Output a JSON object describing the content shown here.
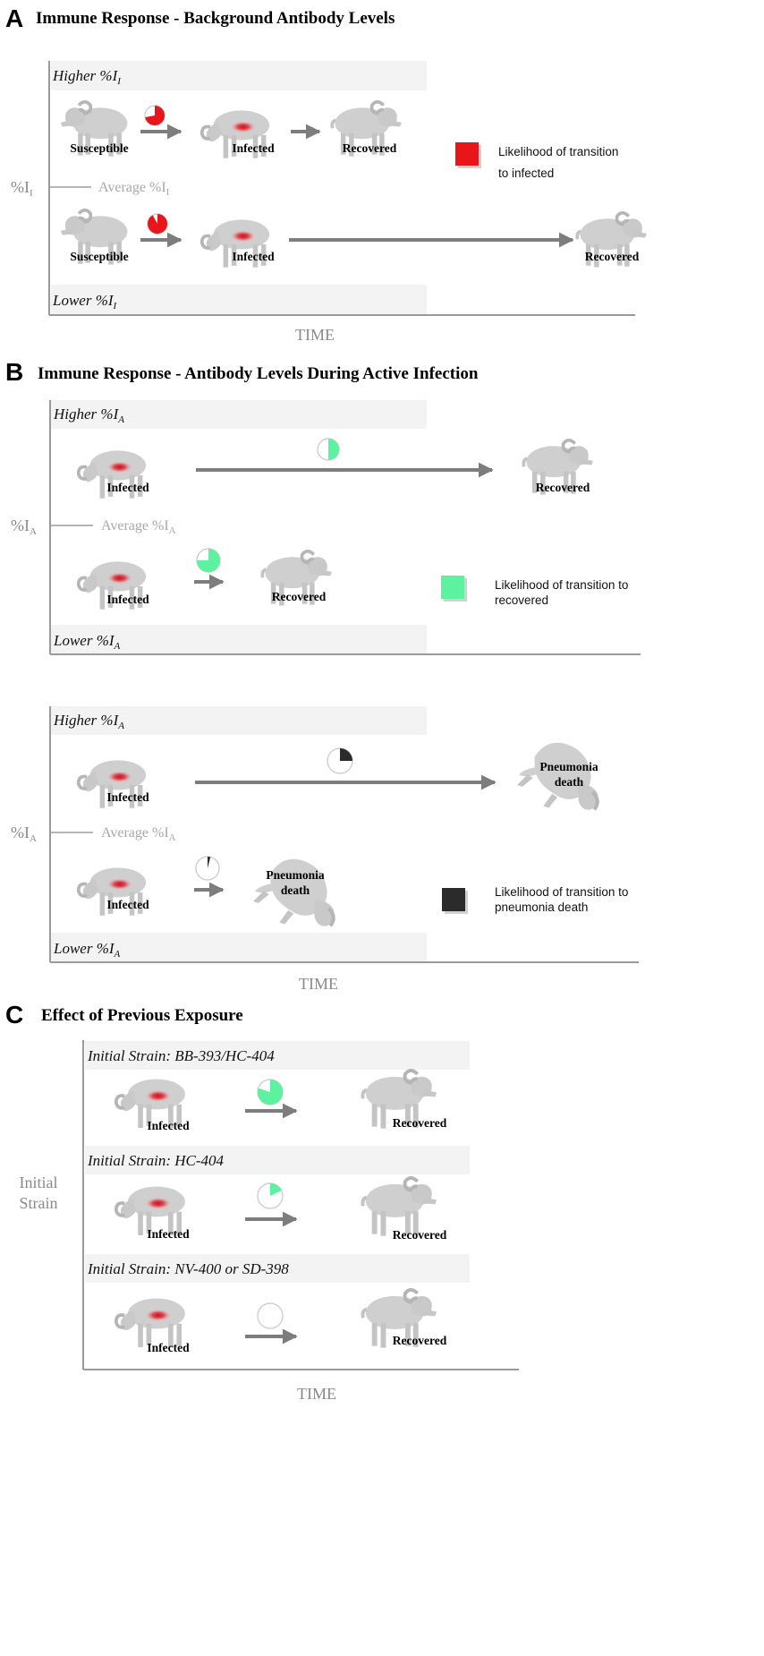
{
  "colors": {
    "infected_red": "#e8151b",
    "recovery_green": "#5cf2a0",
    "death_black": "#2b2b2b",
    "sheep_gray": "#cfcfcf",
    "arrow_gray": "#7d7d7d",
    "axis_gray": "#9a9a9a",
    "band_bg": "#f3f3f3"
  },
  "panels": {
    "A": {
      "letter": "A",
      "title": "Immune Response - Background Antibody Levels",
      "higher": "Higher %I",
      "higher_sub": "I",
      "lower": "Lower %I",
      "lower_sub": "I",
      "average": "Average %I",
      "average_sub": "I",
      "yaxis": "%I",
      "yaxis_sub": "I",
      "xaxis": "TIME",
      "top_row": {
        "s": "Susceptible",
        "i": "Infected",
        "r": "Recovered",
        "likelihood": 0.72
      },
      "bottom_row": {
        "s": "Susceptible",
        "i": "Infected",
        "r": "Recovered",
        "likelihood": 0.92
      },
      "legend": [
        "Likelihood of transition",
        "to infected"
      ]
    },
    "B": {
      "letter": "B",
      "title": "Immune Response - Antibody Levels During Active Infection",
      "top": {
        "higher": "Higher %I",
        "higher_sub": "A",
        "lower": "Lower %I",
        "lower_sub": "A",
        "average": "Average %I",
        "average_sub": "A",
        "yaxis": "%I",
        "yaxis_sub": "A",
        "row1": {
          "i": "Infected",
          "r": "Recovered",
          "likelihood": 0.5
        },
        "row2": {
          "i": "Infected",
          "r": "Recovered",
          "likelihood": 0.75
        },
        "legend": [
          "Likelihood of transition to",
          "recovered"
        ]
      },
      "bottom": {
        "higher": "Higher %I",
        "higher_sub": "A",
        "lower": "Lower %I",
        "lower_sub": "A",
        "average": "Average %I",
        "average_sub": "A",
        "yaxis": "%I",
        "yaxis_sub": "A",
        "xaxis": "TIME",
        "row1": {
          "i": "Infected",
          "d1": "Pneumonia",
          "d2": "death",
          "likelihood": 0.25
        },
        "row2": {
          "i": "Infected",
          "d1": "Pneumonia",
          "d2": "death",
          "likelihood": 0.04
        },
        "legend": [
          "Likelihood of transition to",
          "pneumonia death"
        ]
      }
    },
    "C": {
      "letter": "C",
      "title": "Effect of Previous Exposure",
      "yaxis1": "Initial",
      "yaxis2": "Strain",
      "xaxis": "TIME",
      "strains": [
        {
          "label": "Initial Strain: BB-393/HC-404",
          "i": "Infected",
          "r": "Recovered",
          "likelihood": 0.8
        },
        {
          "label": "Initial Strain: HC-404",
          "i": "Infected",
          "r": "Recovered",
          "likelihood": 0.18
        },
        {
          "label": "Initial Strain: NV-400 or SD-398",
          "i": "Infected",
          "r": "Recovered",
          "likelihood": 0.0
        }
      ]
    }
  }
}
